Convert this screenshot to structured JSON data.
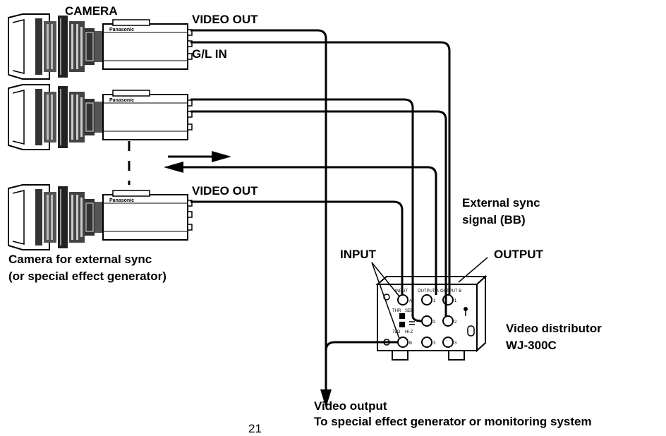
{
  "labels": {
    "camera": "CAMERA",
    "video_out_top": "VIDEO OUT",
    "gl_in": "G/L IN",
    "video_out_bottom": "VIDEO OUT",
    "external_sync_1": "External sync",
    "external_sync_2": "signal (BB)",
    "camera_for_ext_1": "Camera for external sync",
    "camera_for_ext_2": "(or special effect generator)",
    "input": "INPUT",
    "output": "OUTPUT",
    "distributor_1": "Video distributor",
    "distributor_2": "WJ-300C",
    "video_output_1": "Video output",
    "video_output_2": "To special effect generator or monitoring system",
    "page_number": "21"
  },
  "camera_brand": "Panasonic",
  "panel": {
    "input": "INPUT",
    "output_a": "OUTPUT A",
    "output_b": "OUTPUT B",
    "a_in": "A",
    "b_in": "B",
    "thr": "THR",
    "sep": "SEP",
    "ohm": "75Ω",
    "hiz": "Hi-Z",
    "n1": "1",
    "n2": "2",
    "n3": "3"
  }
}
